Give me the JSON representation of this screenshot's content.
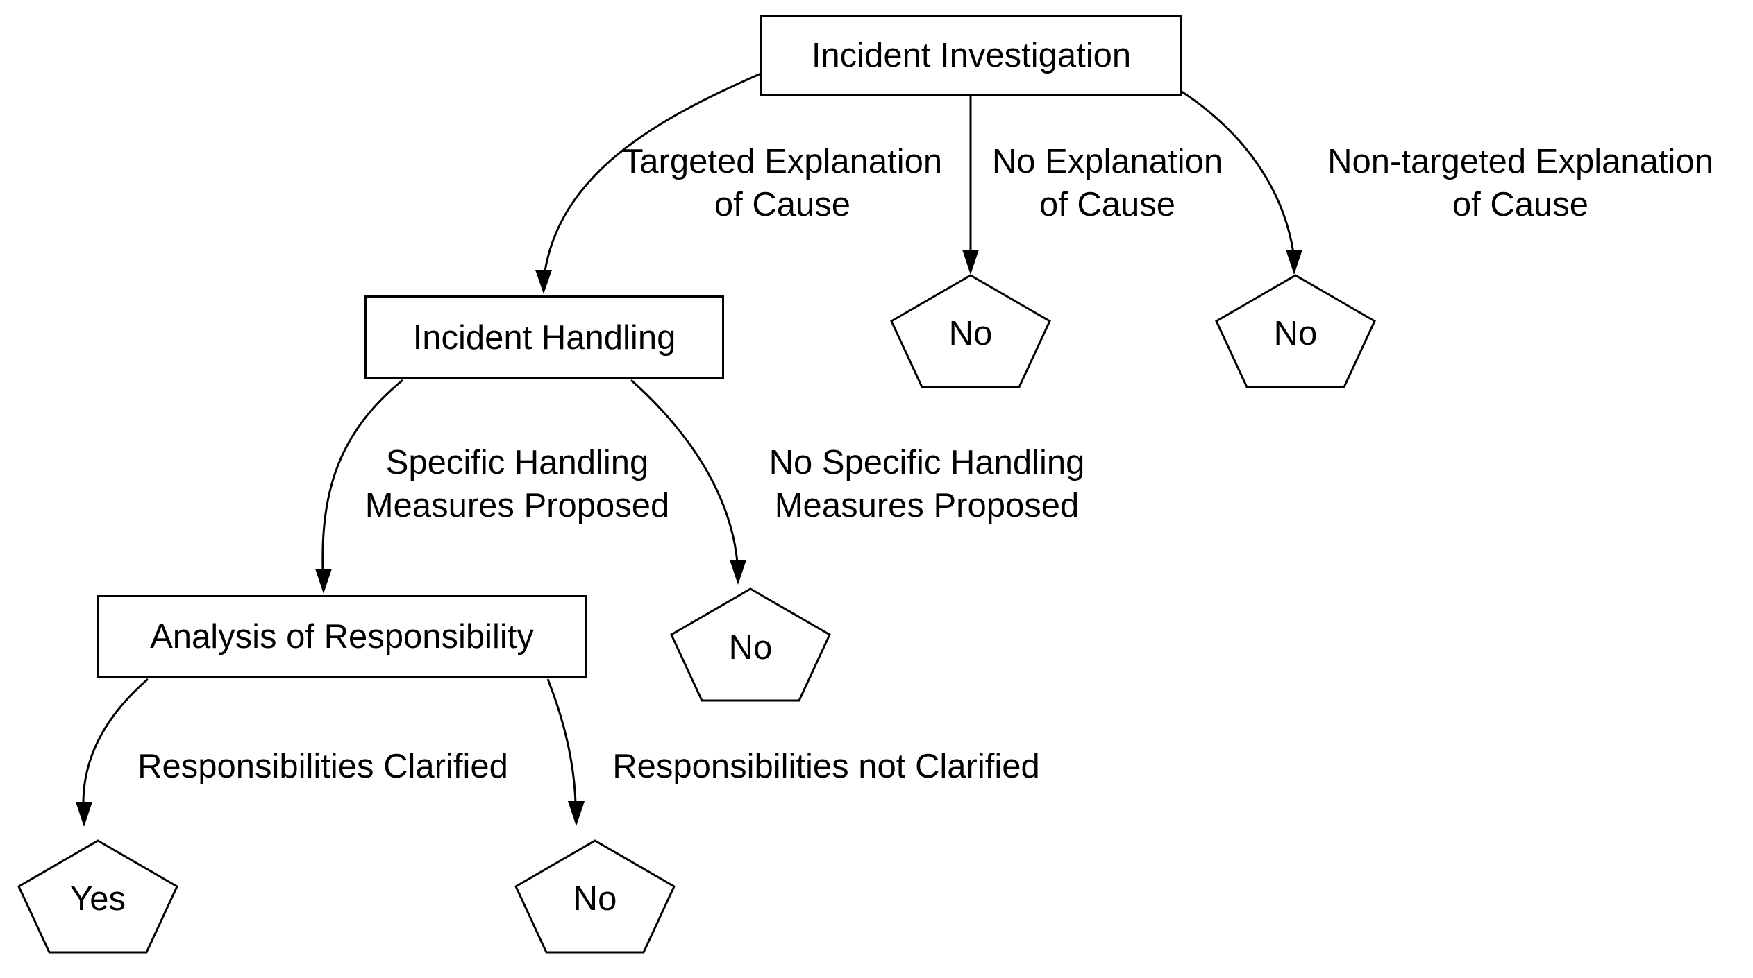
{
  "diagram": {
    "type": "decision-tree",
    "background_color": "#ffffff",
    "stroke_color": "#000000",
    "text_color": "#000000",
    "nodes": {
      "investigation": {
        "label": "Incident Investigation",
        "shape": "rectangle"
      },
      "handling": {
        "label": "Incident Handling",
        "shape": "rectangle"
      },
      "responsibility": {
        "label": "Analysis of Responsibility",
        "shape": "rectangle"
      },
      "leaf_no_explanation": {
        "label": "No",
        "shape": "pentagon"
      },
      "leaf_non_targeted": {
        "label": "No",
        "shape": "pentagon"
      },
      "leaf_no_measures": {
        "label": "No",
        "shape": "pentagon"
      },
      "leaf_clarified": {
        "label": "Yes",
        "shape": "pentagon"
      },
      "leaf_not_clarified": {
        "label": "No",
        "shape": "pentagon"
      }
    },
    "edges": {
      "targeted": {
        "from": "Incident Investigation",
        "to": "Incident Handling",
        "line1": "Targeted Explanation",
        "line2": "of Cause"
      },
      "no_explanation": {
        "from": "Incident Investigation",
        "to": "No",
        "line1": "No Explanation",
        "line2": "of Cause"
      },
      "non_targeted": {
        "from": "Incident Investigation",
        "to": "No",
        "line1": "Non-targeted Explanation",
        "line2": "of Cause"
      },
      "specific": {
        "from": "Incident Handling",
        "to": "Analysis of Responsibility",
        "line1": "Specific Handling",
        "line2": "Measures Proposed"
      },
      "no_specific": {
        "from": "Incident Handling",
        "to": "No",
        "line1": "No Specific Handling",
        "line2": "Measures Proposed"
      },
      "clarified": {
        "from": "Analysis of Responsibility",
        "to": "Yes",
        "line1": "Responsibilities Clarified"
      },
      "not_clarified": {
        "from": "Analysis of Responsibility",
        "to": "No",
        "line1": "Responsibilities not Clarified"
      }
    }
  }
}
